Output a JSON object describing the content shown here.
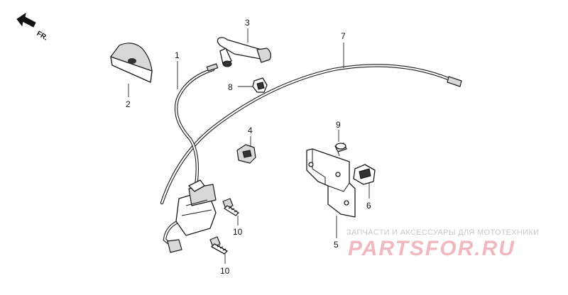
{
  "direction": {
    "label": "FR.",
    "icon": "front-arrow-icon"
  },
  "callouts": {
    "p1": "1",
    "p2": "2",
    "p3": "3",
    "p4": "4",
    "p5": "5",
    "p6": "6",
    "p7": "7",
    "p8": "8",
    "p9": "9",
    "p10a": "10",
    "p10b": "10"
  },
  "watermark": {
    "subtitle": "ЗАПЧАСТИ И АКСЕССУАРЫ ДЛЯ МОТОТЕХНИКИ",
    "logo": "PARTSFOR.RU"
  }
}
